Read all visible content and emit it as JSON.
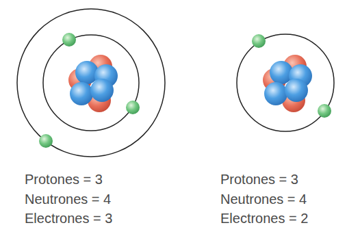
{
  "diagram": {
    "labels": [
      "Protones = 3",
      "Neutrones = 4",
      "Electrones = 3",
      "Protones = 3",
      "Neutrones = 4",
      "Electrones = 2"
    ]
  }
}
